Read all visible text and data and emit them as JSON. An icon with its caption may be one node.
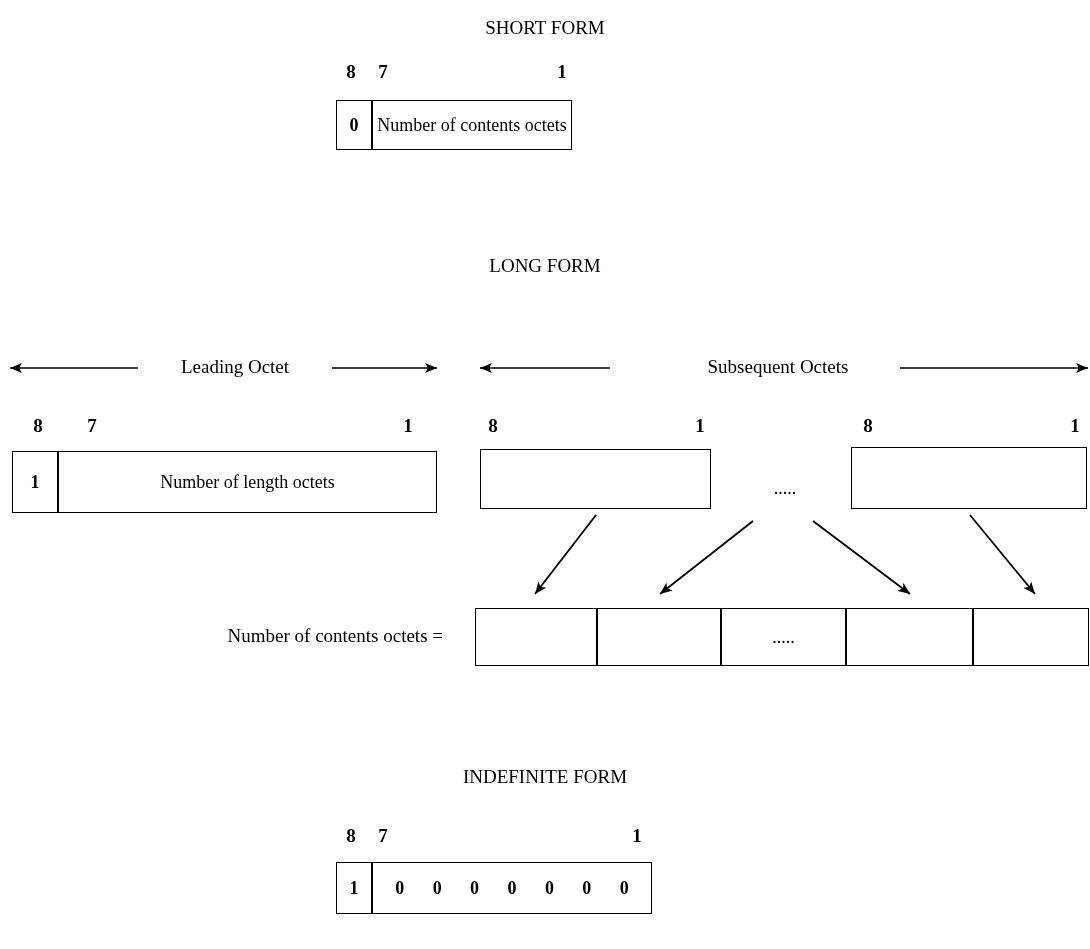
{
  "diagram": {
    "nodes": [
      {
        "text": [
          "0"
        ]
      },
      {
        "text": [
          "Number of contents octets"
        ]
      },
      {
        "text": [
          "1"
        ]
      },
      {
        "text": [
          "Number of length octets"
        ]
      },
      {
        "text": [],
        "shape": "box"
      },
      {
        "text": [
          "....."
        ]
      },
      {
        "text": [],
        "shape": "box"
      },
      {
        "text": [],
        "shape": "box"
      },
      {
        "text": [],
        "shape": "box"
      },
      {
        "text": [
          "....."
        ]
      },
      {
        "text": [],
        "shape": "box"
      },
      {
        "text": [],
        "shape": "box"
      },
      {
        "text": [
          "1"
        ]
      },
      {
        "text": [
          "0",
          "0",
          "0",
          "0",
          "0",
          "0",
          "0"
        ]
      }
    ],
    "edges": [
      {
        "from": 4,
        "to": 7,
        "arrow": "to"
      },
      {
        "from": 5,
        "to": 8,
        "arrow": "to"
      },
      {
        "from": 5,
        "to": 10,
        "arrow": "to"
      },
      {
        "from": 6,
        "to": 11,
        "arrow": "to"
      }
    ],
    "labels": [
      "SHORT FORM",
      "8",
      "7",
      "1",
      "LONG FORM",
      "Leading Octet",
      "Subsequent Octets",
      "8",
      "7",
      "1",
      "8",
      "1",
      "8",
      "1",
      "Number of contents octets =",
      "INDEFINITE FORM",
      "8",
      "7",
      "1"
    ]
  }
}
